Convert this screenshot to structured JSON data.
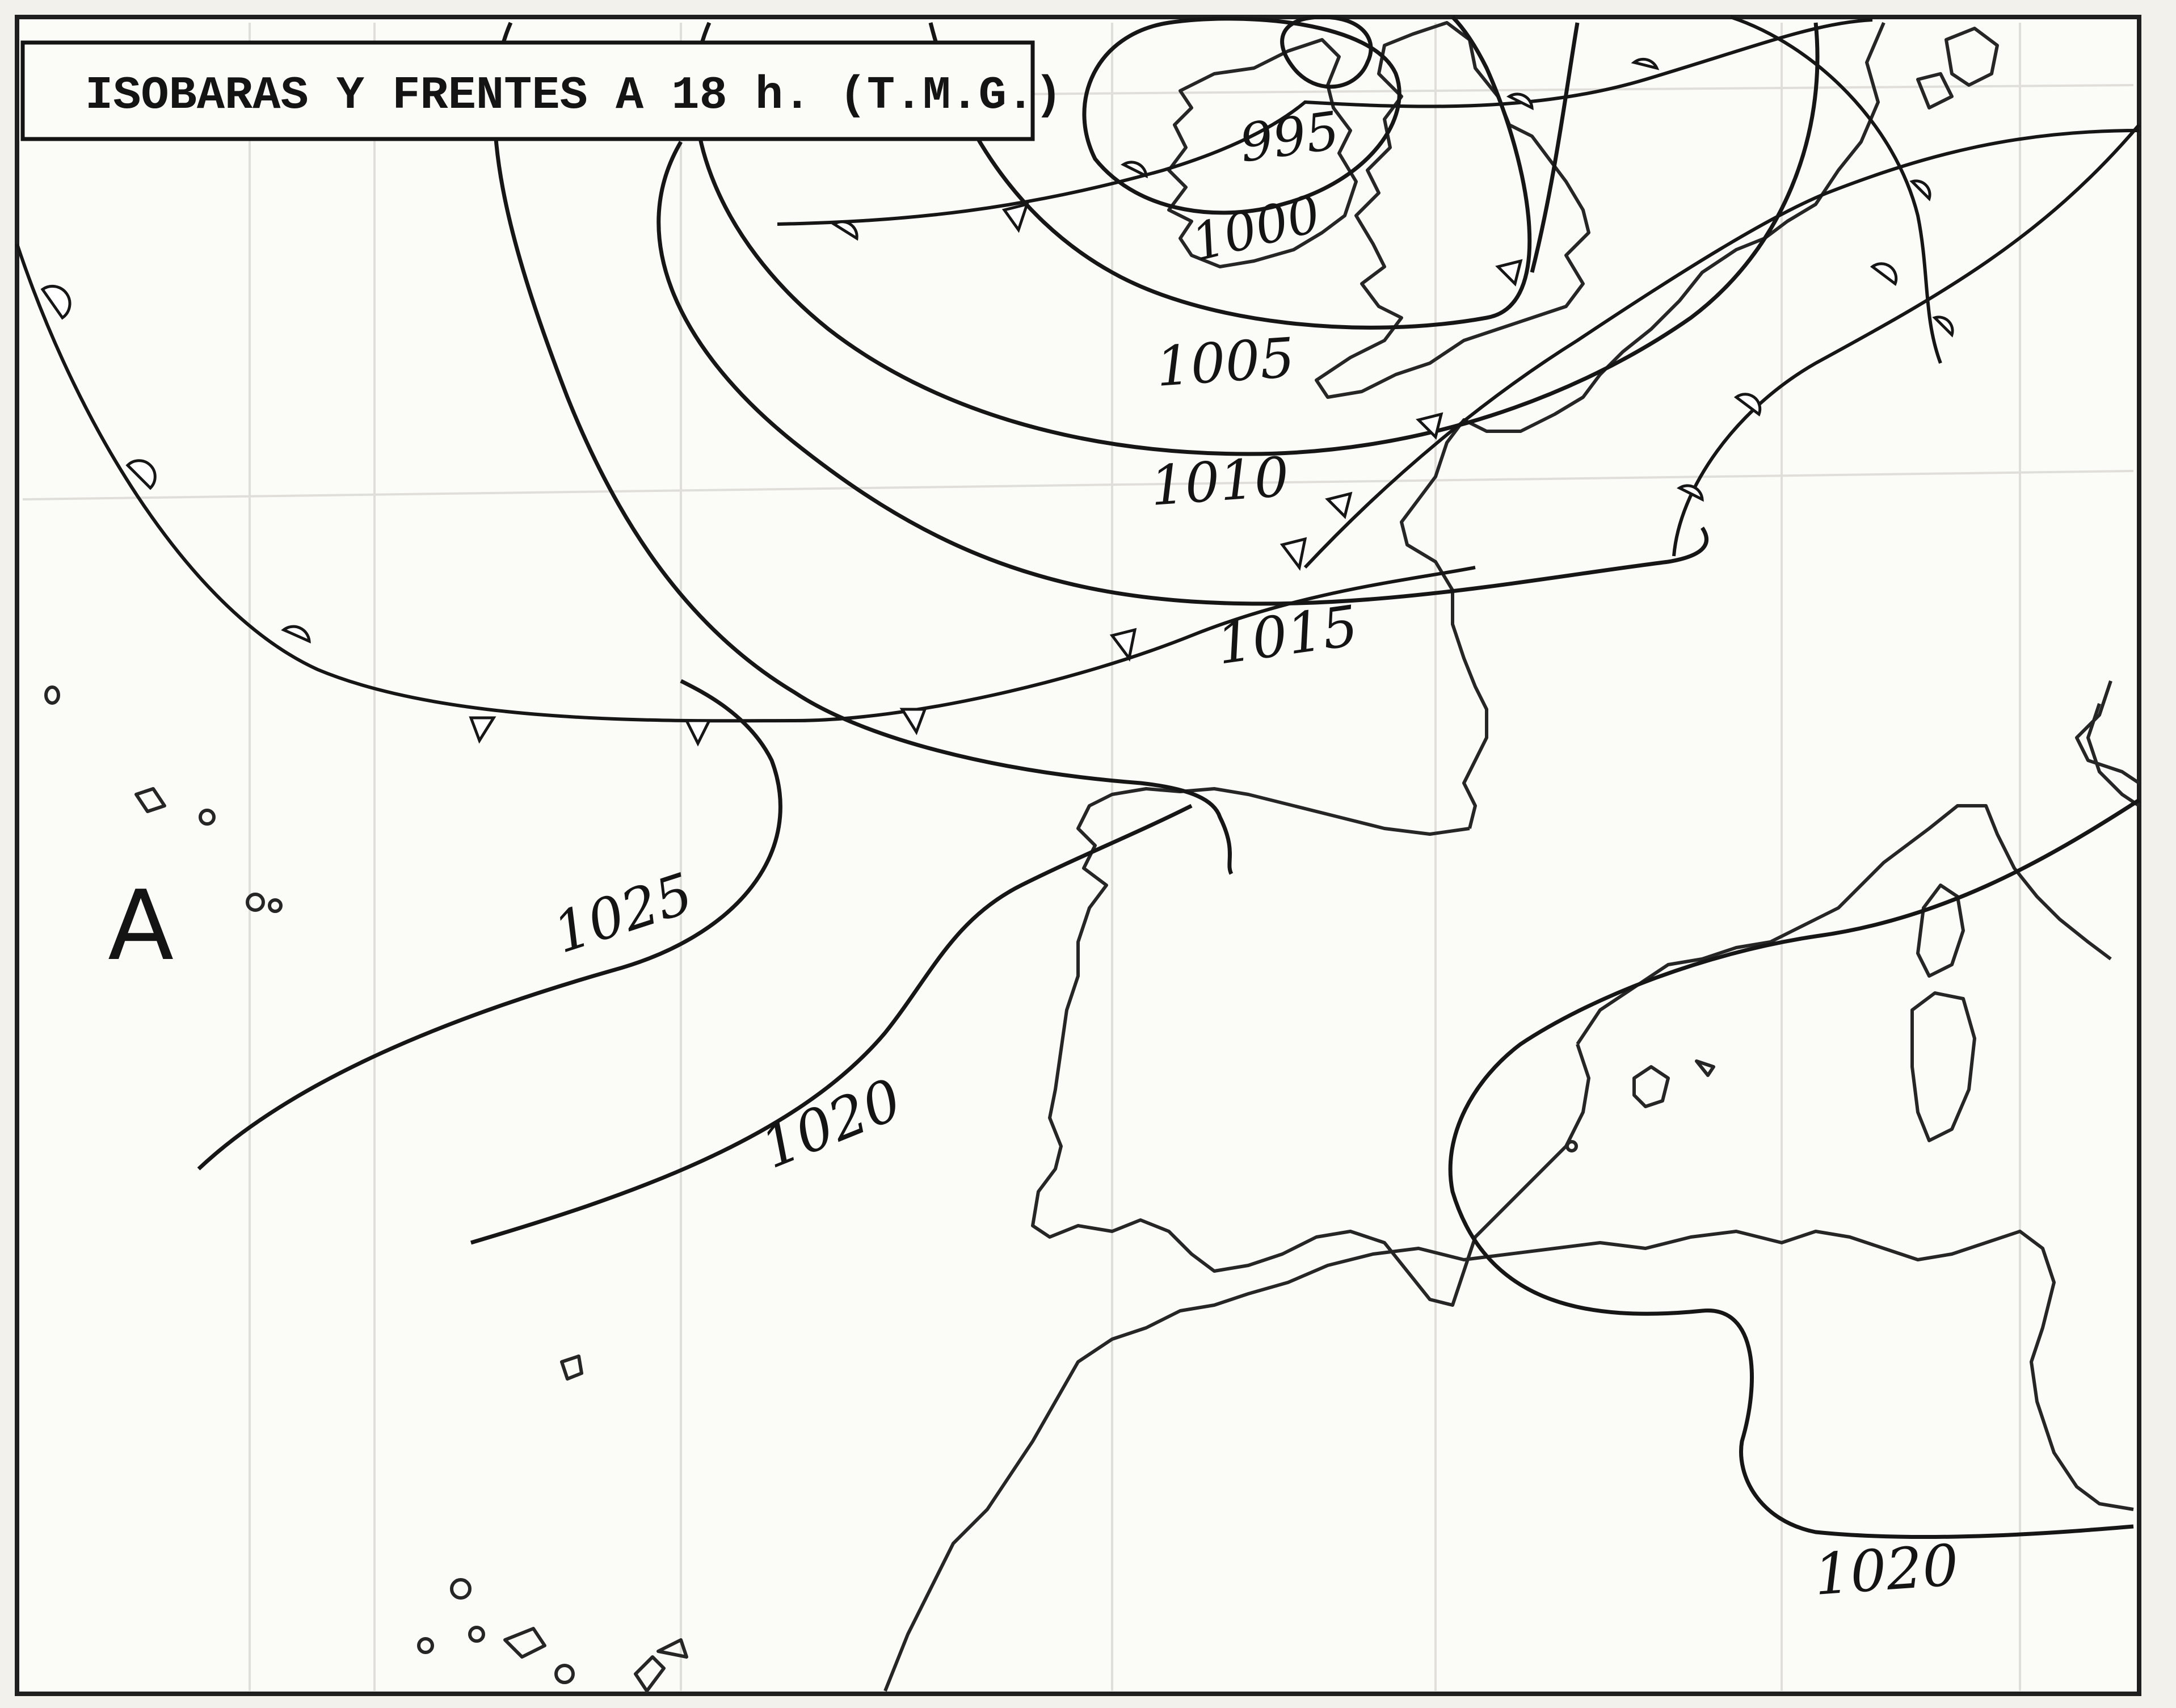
{
  "map": {
    "title": "ISOBARAS Y FRENTES A 18 h. (T.M.G.)",
    "high_center": "A",
    "isobar_labels": [
      "995",
      "1000",
      "1005",
      "1010",
      "1015",
      "1025",
      "1020",
      "1020"
    ]
  }
}
